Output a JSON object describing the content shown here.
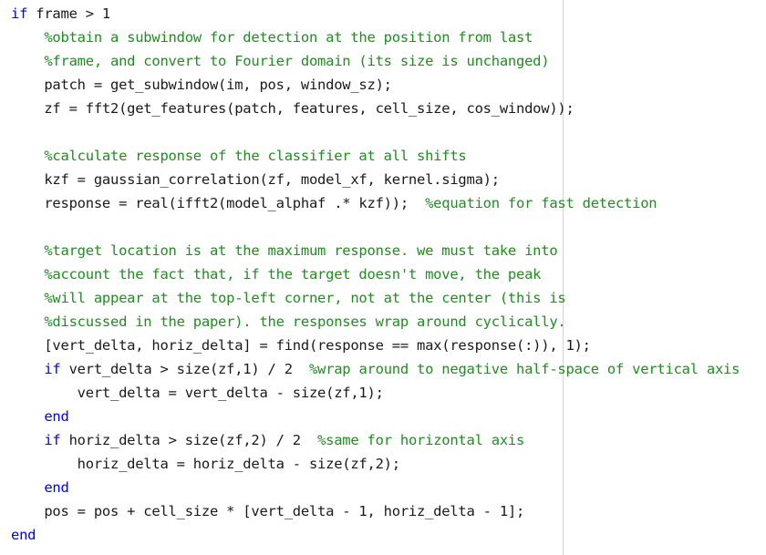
{
  "editor": {
    "colors": {
      "keyword": "#0000ff",
      "comment": "#228b22",
      "text": "#1a1a1a",
      "margin_line": "#d4d4d4"
    },
    "lines": [
      [
        {
          "t": "kw",
          "v": "if"
        },
        {
          "t": "tx",
          "v": " frame > 1"
        }
      ],
      [
        {
          "t": "tx",
          "v": "    "
        },
        {
          "t": "cm",
          "v": "%obtain a subwindow for detection at the position from last"
        }
      ],
      [
        {
          "t": "tx",
          "v": "    "
        },
        {
          "t": "cm",
          "v": "%frame, and convert to Fourier domain (its size is unchanged)"
        }
      ],
      [
        {
          "t": "tx",
          "v": "    patch = get_subwindow(im, pos, window_sz);"
        }
      ],
      [
        {
          "t": "tx",
          "v": "    zf = fft2(get_features(patch, features, cell_size, cos_window));"
        }
      ],
      [],
      [
        {
          "t": "tx",
          "v": "    "
        },
        {
          "t": "cm",
          "v": "%calculate response of the classifier at all shifts"
        }
      ],
      [
        {
          "t": "tx",
          "v": "    kzf = gaussian_correlation(zf, model_xf, kernel.sigma);"
        }
      ],
      [
        {
          "t": "tx",
          "v": "    response = real(ifft2(model_alphaf .* kzf));  "
        },
        {
          "t": "cm",
          "v": "%equation for fast detection"
        }
      ],
      [],
      [
        {
          "t": "tx",
          "v": "    "
        },
        {
          "t": "cm",
          "v": "%target location is at the maximum response. we must take into"
        }
      ],
      [
        {
          "t": "tx",
          "v": "    "
        },
        {
          "t": "cm",
          "v": "%account the fact that, if the target doesn't move, the peak"
        }
      ],
      [
        {
          "t": "tx",
          "v": "    "
        },
        {
          "t": "cm",
          "v": "%will appear at the top-left corner, not at the center (this is"
        }
      ],
      [
        {
          "t": "tx",
          "v": "    "
        },
        {
          "t": "cm",
          "v": "%discussed in the paper). the responses wrap around cyclically."
        }
      ],
      [
        {
          "t": "tx",
          "v": "    [vert_delta, horiz_delta] = find(response == max(response(:)), 1);"
        }
      ],
      [
        {
          "t": "tx",
          "v": "    "
        },
        {
          "t": "kw",
          "v": "if"
        },
        {
          "t": "tx",
          "v": " vert_delta > size(zf,1) / 2  "
        },
        {
          "t": "cm",
          "v": "%wrap around to negative half-space of vertical axis"
        }
      ],
      [
        {
          "t": "tx",
          "v": "        vert_delta = vert_delta - size(zf,1);"
        }
      ],
      [
        {
          "t": "tx",
          "v": "    "
        },
        {
          "t": "kw",
          "v": "end"
        }
      ],
      [
        {
          "t": "tx",
          "v": "    "
        },
        {
          "t": "kw",
          "v": "if"
        },
        {
          "t": "tx",
          "v": " horiz_delta > size(zf,2) / 2  "
        },
        {
          "t": "cm",
          "v": "%same for horizontal axis"
        }
      ],
      [
        {
          "t": "tx",
          "v": "        horiz_delta = horiz_delta - size(zf,2);"
        }
      ],
      [
        {
          "t": "tx",
          "v": "    "
        },
        {
          "t": "kw",
          "v": "end"
        }
      ],
      [
        {
          "t": "tx",
          "v": "    pos = pos + cell_size * [vert_delta - 1, horiz_delta - 1];"
        }
      ],
      [
        {
          "t": "kw",
          "v": "end"
        }
      ]
    ]
  }
}
